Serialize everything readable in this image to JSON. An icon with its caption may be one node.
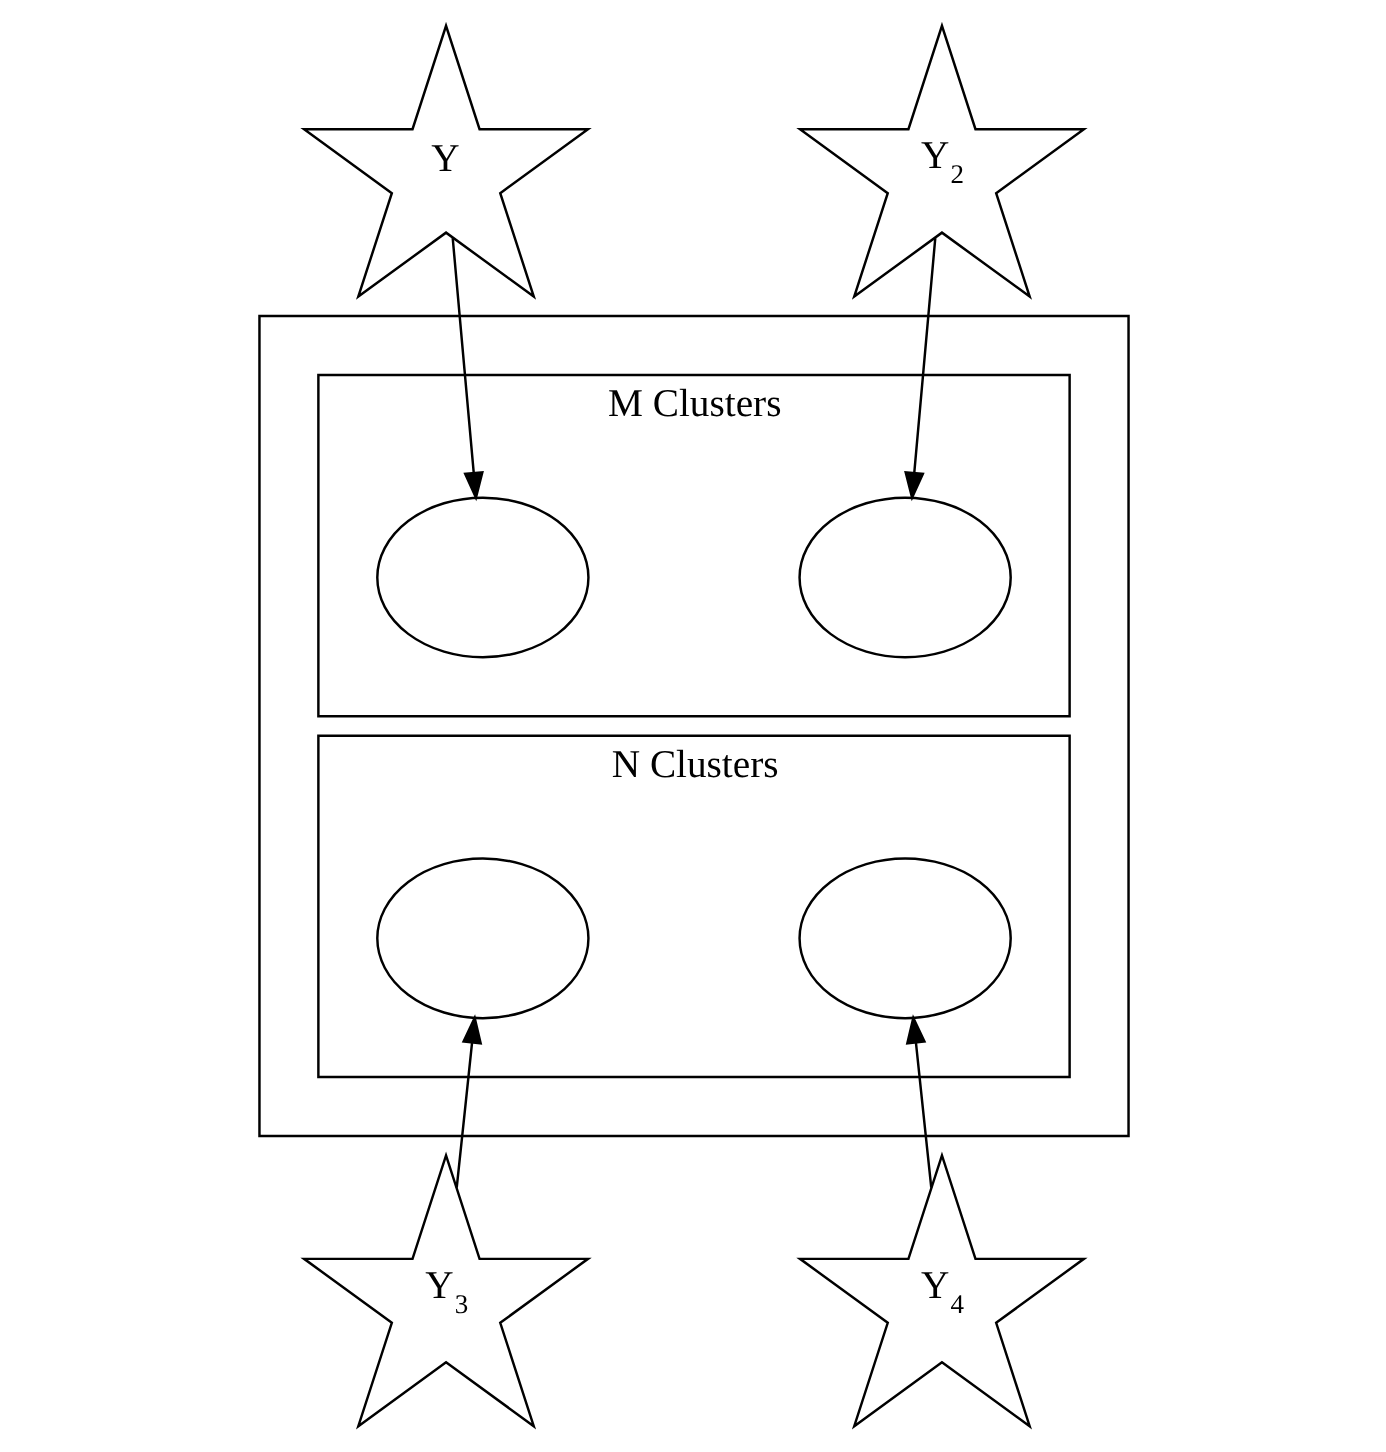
{
  "diagram": {
    "nodes": [
      {
        "text": [],
        "shape": "box"
      },
      {
        "text": [
          "Y"
        ]
      },
      {
        "text": [
          "Y$_{2}$"
        ]
      },
      {
        "text": [
          "M Clusters"
        ],
        "in": 0
      },
      {
        "text": [],
        "shape": "circle",
        "in": 3
      },
      {
        "text": [],
        "shape": "circle",
        "in": 3
      },
      {
        "text": [
          "N Clusters"
        ],
        "in": 0
      },
      {
        "text": [],
        "shape": "circle",
        "in": 6
      },
      {
        "text": [],
        "shape": "circle",
        "in": 6
      },
      {
        "text": [
          "Y$_{3}$"
        ]
      },
      {
        "text": [
          "Y$_{4}$"
        ]
      }
    ],
    "edges": [
      {
        "from": 1,
        "to": 4,
        "arrow": "to"
      },
      {
        "from": 2,
        "to": 5,
        "arrow": "to"
      },
      {
        "from": 9,
        "to": 7,
        "arrow": "to"
      },
      {
        "from": 10,
        "to": 8,
        "arrow": "to"
      }
    ]
  }
}
